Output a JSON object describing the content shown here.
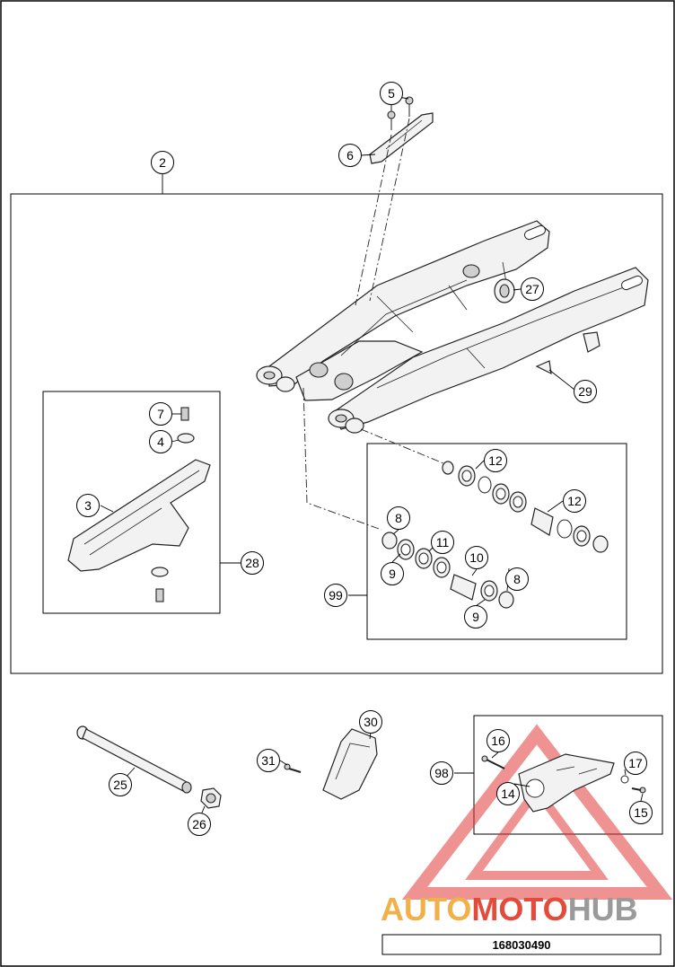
{
  "diagram": {
    "drawing_number": "168030490",
    "watermark": {
      "prefix": "AUTO",
      "middle": "MOTO",
      "suffix": "HUB"
    },
    "callouts": [
      {
        "id": "c2",
        "label": "2"
      },
      {
        "id": "c5",
        "label": "5"
      },
      {
        "id": "c6",
        "label": "6"
      },
      {
        "id": "c27",
        "label": "27"
      },
      {
        "id": "c29",
        "label": "29"
      },
      {
        "id": "c7",
        "label": "7"
      },
      {
        "id": "c4",
        "label": "4"
      },
      {
        "id": "c3",
        "label": "3"
      },
      {
        "id": "c28",
        "label": "28"
      },
      {
        "id": "c12a",
        "label": "12"
      },
      {
        "id": "c12b",
        "label": "12"
      },
      {
        "id": "c8a",
        "label": "8"
      },
      {
        "id": "c11",
        "label": "11"
      },
      {
        "id": "c10",
        "label": "10"
      },
      {
        "id": "c9a",
        "label": "9"
      },
      {
        "id": "c8b",
        "label": "8"
      },
      {
        "id": "c99",
        "label": "99"
      },
      {
        "id": "c9b",
        "label": "9"
      },
      {
        "id": "c30",
        "label": "30"
      },
      {
        "id": "c31",
        "label": "31"
      },
      {
        "id": "c25",
        "label": "25"
      },
      {
        "id": "c26",
        "label": "26"
      },
      {
        "id": "c16",
        "label": "16"
      },
      {
        "id": "c17",
        "label": "17"
      },
      {
        "id": "c98",
        "label": "98"
      },
      {
        "id": "c14",
        "label": "14"
      },
      {
        "id": "c15",
        "label": "15"
      }
    ]
  }
}
